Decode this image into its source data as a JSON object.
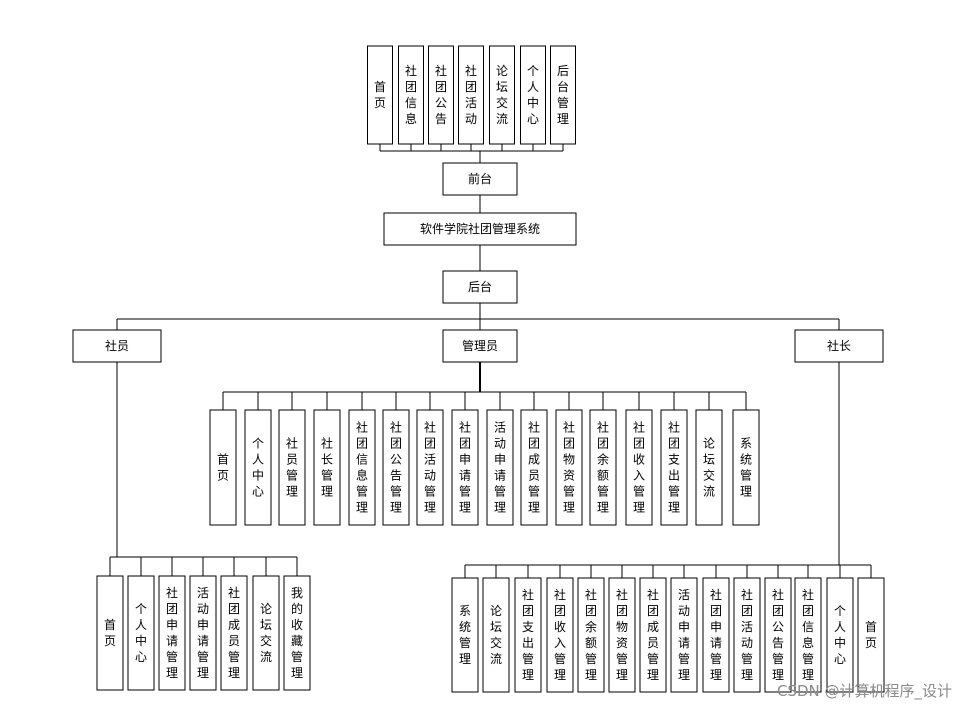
{
  "root": "软件学院社团管理系统",
  "frontend": {
    "label": "前台",
    "items": [
      "首页",
      "社团信息",
      "社团公告",
      "社团活动",
      "论坛交流",
      "个人中心",
      "后台管理"
    ]
  },
  "backend": {
    "label": "后台"
  },
  "member": {
    "label": "社员",
    "items": [
      "首页",
      "个人中心",
      "社团申请管理",
      "活动申请管理",
      "社团成员管理",
      "论坛交流",
      "我的收藏管理"
    ]
  },
  "admin": {
    "label": "管理员",
    "items": [
      "首页",
      "个人中心",
      "社员管理",
      "社长管理",
      "社团信息管理",
      "社团公告管理",
      "社团活动管理",
      "社团申请管理",
      "活动申请管理",
      "社团成员管理",
      "社团物资管理",
      "社团余额管理",
      "社团收入管理",
      "社团支出管理",
      "论坛交流",
      "系统管理"
    ]
  },
  "president": {
    "label": "社长",
    "items": [
      "系统管理",
      "论坛交流",
      "社团支出管理",
      "社团收入管理",
      "社团余额管理",
      "社团物资管理",
      "社团成员管理",
      "活动申请管理",
      "社团申请管理",
      "社团活动管理",
      "社团公告管理",
      "社团信息管理",
      "个人中心",
      "首页"
    ]
  },
  "watermark": "CSDN @计算机程序_设计"
}
